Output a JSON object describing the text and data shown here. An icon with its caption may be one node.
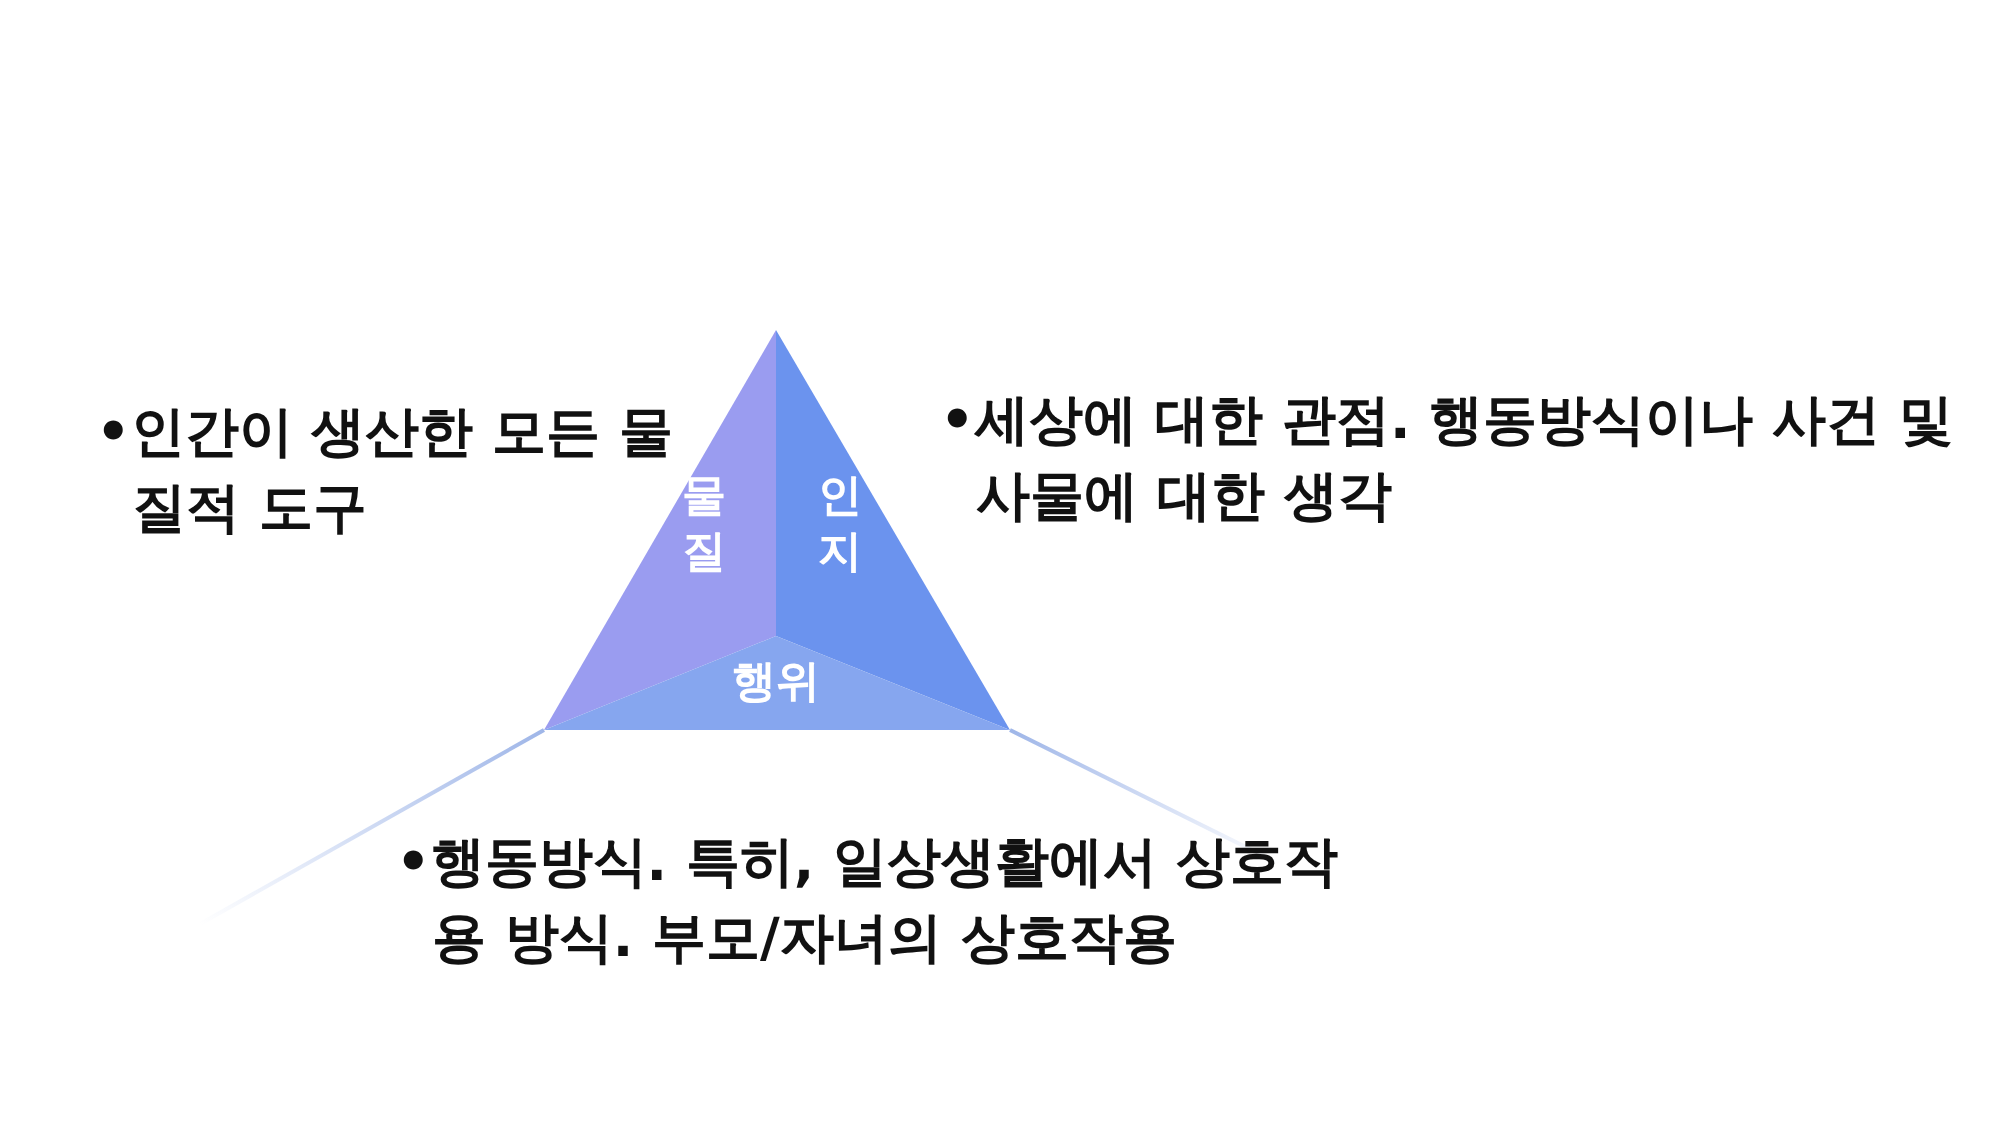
{
  "diagram": {
    "nodes": [
      {
        "text": [
          "물질"
        ],
        "beside": [
          "•인간이 생산한 모든 물질적 도구"
        ]
      },
      {
        "text": [
          "인지"
        ],
        "beside": [
          "•세상에 대한 관점. 행동방식이나 사건 및 사물에 대한 생각"
        ]
      },
      {
        "text": [
          "행위"
        ],
        "beside": [
          "•행동방식. 특히, 일상생활에서 상호작용 방식. 부모/자녀의 상호작용"
        ]
      }
    ],
    "edges": []
  }
}
